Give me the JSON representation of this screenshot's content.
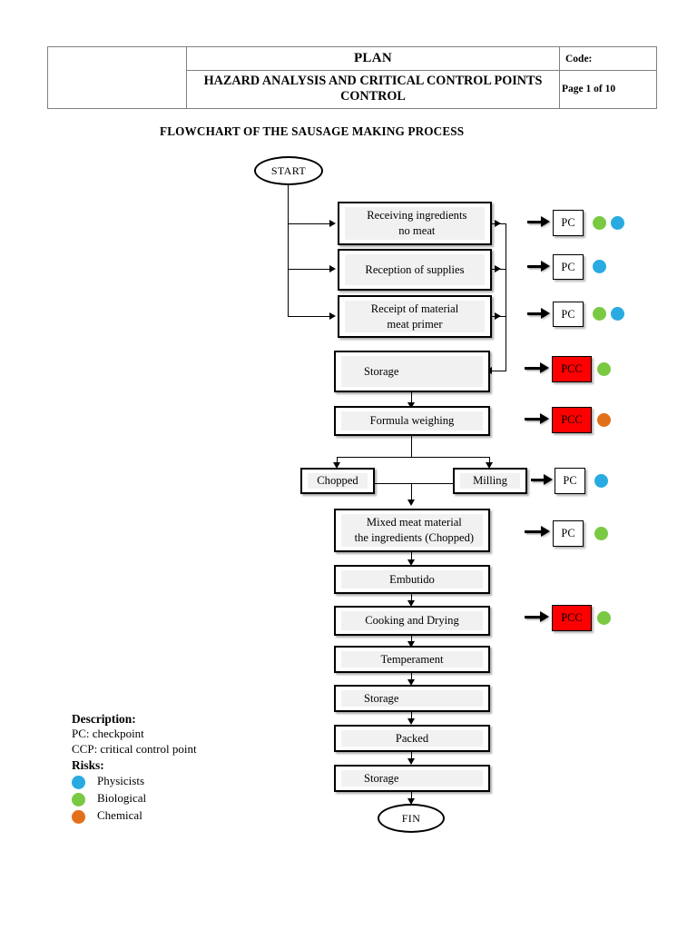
{
  "header": {
    "plan_label": "PLAN",
    "document_title": "HAZARD ANALYSIS AND CRITICAL CONTROL POINTS CONTROL",
    "code_label": "Code:",
    "page_label": "Page 1 of 10"
  },
  "chart": {
    "title": "FLOWCHART OF THE SAUSAGE MAKING PROCESS",
    "start_label": "START",
    "end_label": "FIN",
    "steps": [
      {
        "id": "receiving",
        "line1": "Receiving ingredients",
        "line2": "no meat"
      },
      {
        "id": "reception",
        "line1": "Reception of supplies",
        "line2": ""
      },
      {
        "id": "receipt",
        "line1": "Receipt of material",
        "line2": "meat primer"
      },
      {
        "id": "storage1",
        "line1": "Storage",
        "line2": ""
      },
      {
        "id": "weighing",
        "line1": "Formula weighing",
        "line2": ""
      },
      {
        "id": "chopped",
        "line1": "Chopped",
        "line2": ""
      },
      {
        "id": "milling",
        "line1": "Milling",
        "line2": ""
      },
      {
        "id": "mixed",
        "line1": "Mixed meat material",
        "line2": "the ingredients (Chopped)"
      },
      {
        "id": "embutido",
        "line1": "Embutido",
        "line2": ""
      },
      {
        "id": "cooking",
        "line1": "Cooking and Drying",
        "line2": ""
      },
      {
        "id": "temperament",
        "line1": "Temperament",
        "line2": ""
      },
      {
        "id": "storage2",
        "line1": "Storage",
        "line2": ""
      },
      {
        "id": "packed",
        "line1": "Packed",
        "line2": ""
      },
      {
        "id": "storage3",
        "line1": "Storage",
        "line2": ""
      }
    ],
    "control_points": [
      {
        "for": "receiving",
        "tag": "PC",
        "risks": [
          "biological",
          "physical"
        ]
      },
      {
        "for": "reception",
        "tag": "PC",
        "risks": [
          "physical"
        ]
      },
      {
        "for": "receipt",
        "tag": "PC",
        "risks": [
          "biological",
          "physical"
        ]
      },
      {
        "for": "storage1",
        "tag": "PCC",
        "risks": [
          "biological"
        ]
      },
      {
        "for": "weighing",
        "tag": "PCC",
        "risks": [
          "chemical"
        ]
      },
      {
        "for": "milling",
        "tag": "PC",
        "risks": [
          "physical"
        ]
      },
      {
        "for": "mixed",
        "tag": "PC",
        "risks": [
          "biological"
        ]
      },
      {
        "for": "cooking",
        "tag": "PCC",
        "risks": [
          "biological"
        ]
      }
    ]
  },
  "legend": {
    "description_heading": "Description:",
    "description_lines": [
      "PC: checkpoint",
      "CCP: critical control point"
    ],
    "risks_heading": "Risks:",
    "risks": [
      {
        "label": "Physicists",
        "color": "#29abe2"
      },
      {
        "label": "Biological",
        "color": "#7ac943"
      },
      {
        "label": "Chemical",
        "color": "#e2701b"
      }
    ]
  },
  "colors": {
    "pcc_red": "#fe0000",
    "physical": "#29abe2",
    "biological": "#7ac943",
    "chemical": "#e2701b",
    "box_fill": "#f1f1f1",
    "outline": "#000000"
  }
}
